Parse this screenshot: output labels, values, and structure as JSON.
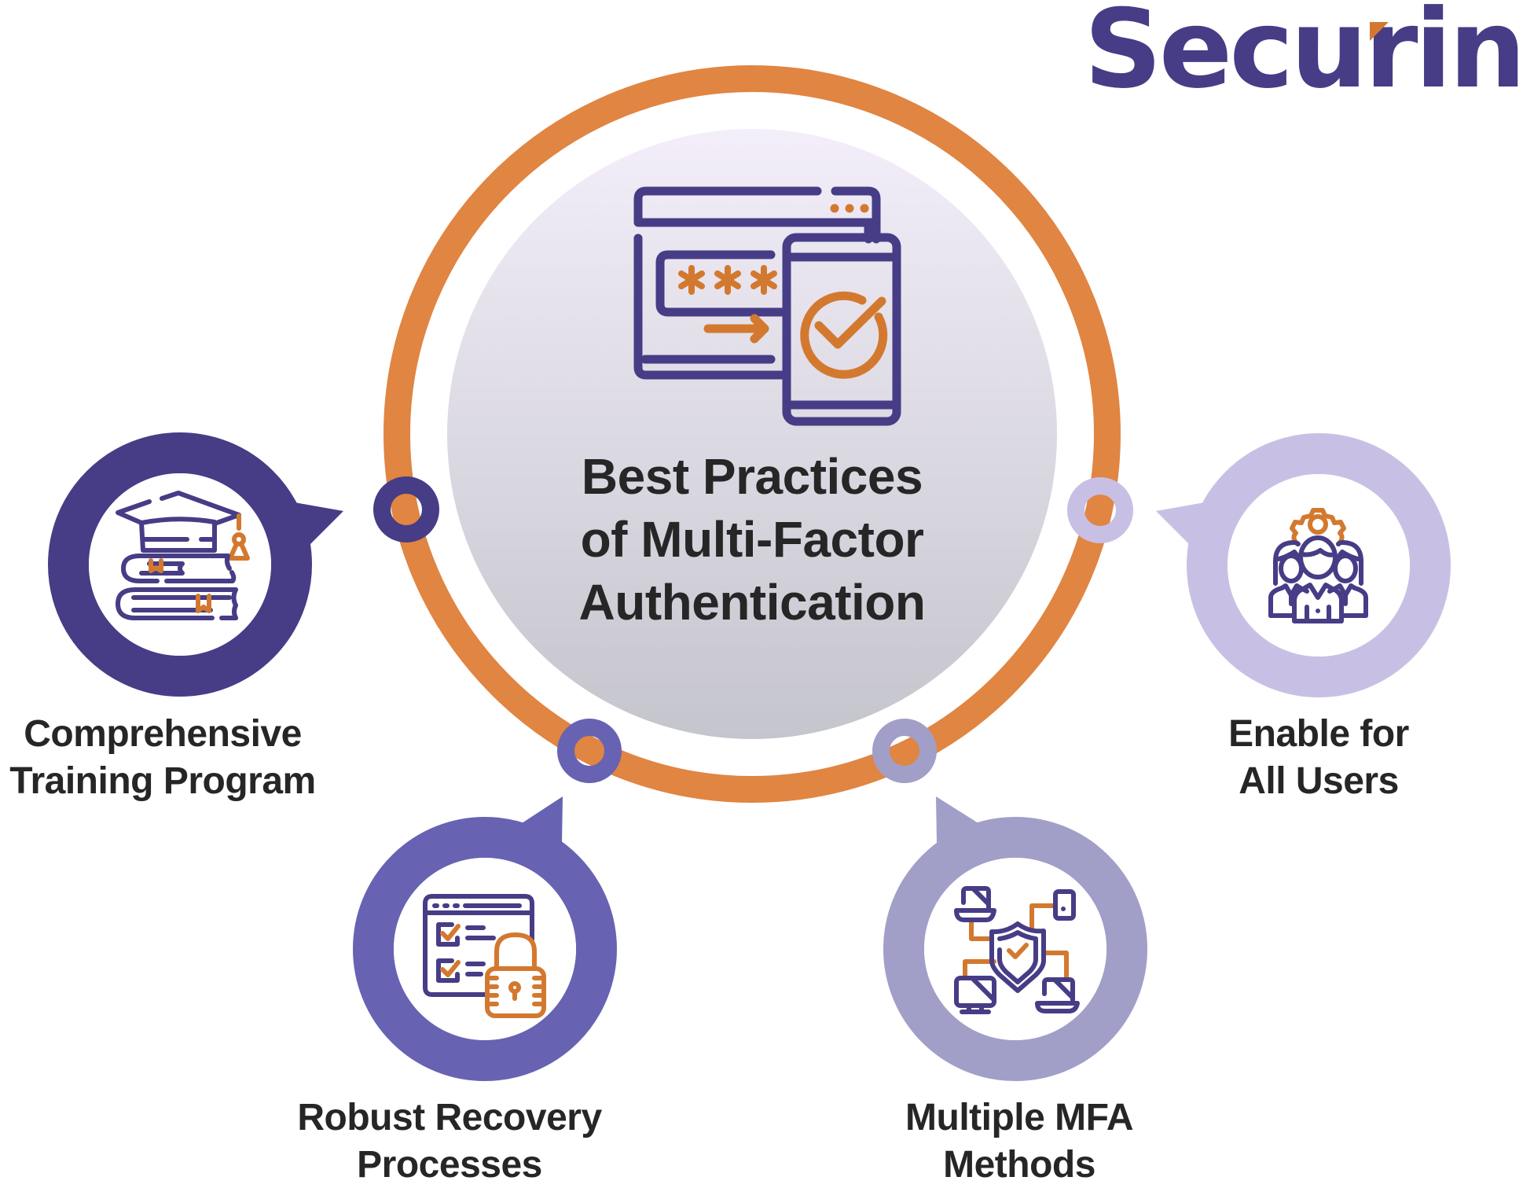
{
  "brand": {
    "logo_text": "Securin",
    "logo_color": "#463D86",
    "logo_accent_color": "#D3792F"
  },
  "center": {
    "title_lines": [
      "Best Practices",
      "of Multi-Factor",
      "Authentication"
    ],
    "icon": "mfa-browser-phone-check-icon",
    "ring_color": "#E08542",
    "circle_gradient": [
      "#F3EEF9",
      "#C5C5CD"
    ]
  },
  "practices": [
    {
      "id": "training",
      "label_lines": [
        "Comprehensive",
        "Training Program"
      ],
      "icon": "graduation-books-icon",
      "color": "#463D86",
      "position": "left"
    },
    {
      "id": "recovery",
      "label_lines": [
        "Robust Recovery",
        "Processes"
      ],
      "icon": "checklist-lock-icon",
      "color": "#6763B2",
      "position": "bottom-left"
    },
    {
      "id": "methods",
      "label_lines": [
        "Multiple MFA",
        "Methods"
      ],
      "icon": "shield-network-devices-icon",
      "color": "#A19FC8",
      "position": "bottom-right"
    },
    {
      "id": "all-users",
      "label_lines": [
        "Enable for",
        "All Users"
      ],
      "icon": "team-gear-icon",
      "color": "#C8C0E4",
      "position": "right"
    }
  ],
  "colors": {
    "icon_primary": "#463D86",
    "icon_accent": "#D3792F",
    "text": "#262626"
  }
}
